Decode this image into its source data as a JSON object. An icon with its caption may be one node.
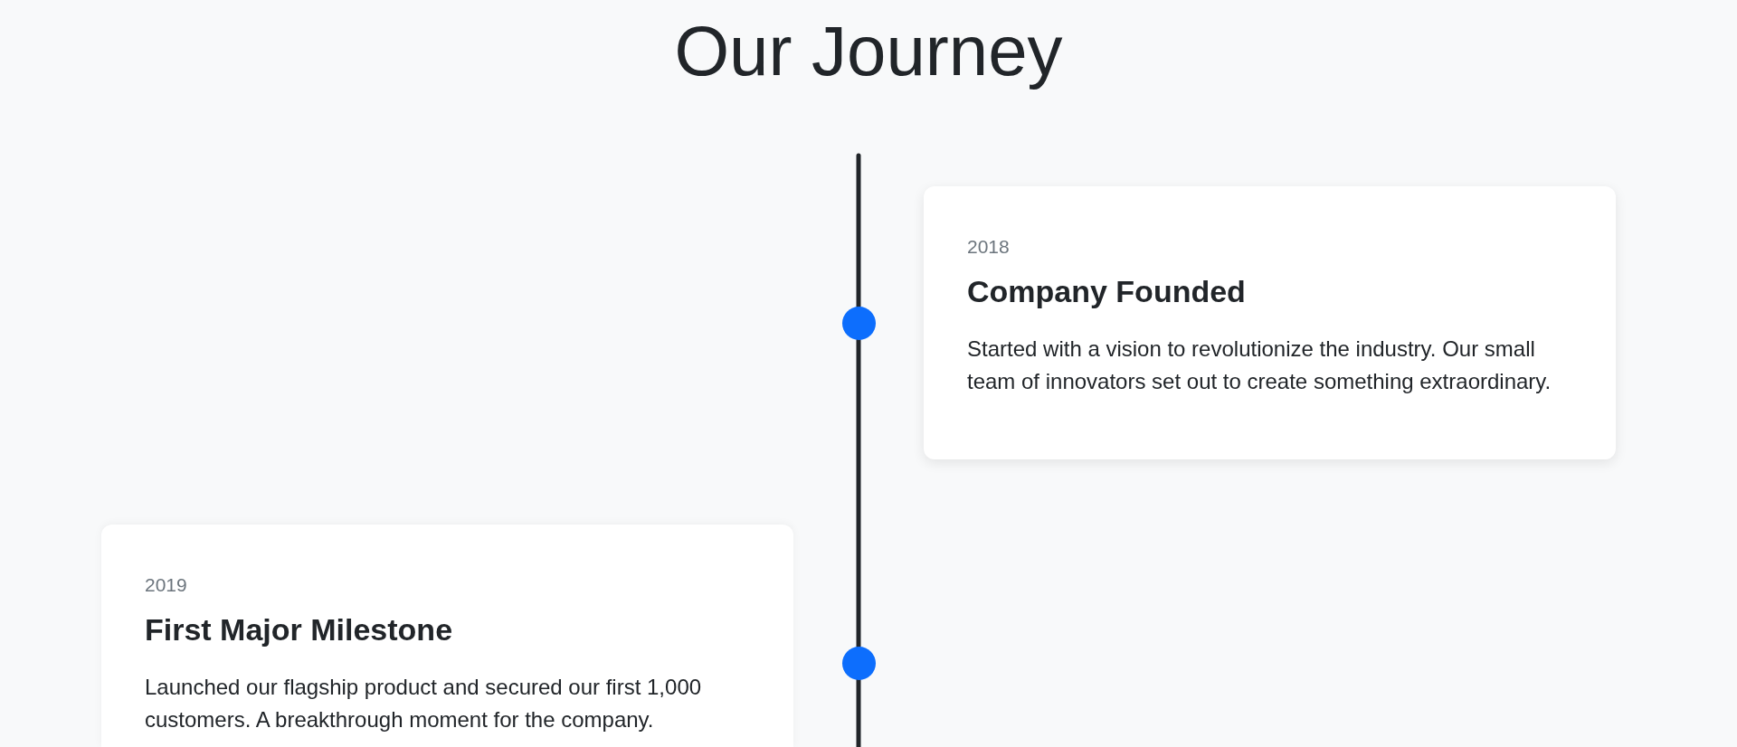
{
  "diagram": {
    "title": "Our Journey",
    "nodes": [
      {
        "text": [
          "2018",
          "Company Founded",
          "Started with a vision to revolutionize the industry. Our small team of innovators set out to create something extraordinary."
        ]
      },
      {
        "text": [],
        "shape": "circle"
      },
      {
        "text": [
          "2019",
          "First Major Milestone",
          "Launched our flagship product and secured our first 1,000 customers. A breakthrough moment for the company."
        ]
      },
      {
        "text": [],
        "shape": "circle"
      }
    ],
    "edges": [
      {
        "from": null,
        "to": 1,
        "arrow": "none"
      },
      {
        "from": 1,
        "to": 3,
        "arrow": "none"
      },
      {
        "from": 3,
        "to": null,
        "arrow": "none"
      }
    ]
  }
}
